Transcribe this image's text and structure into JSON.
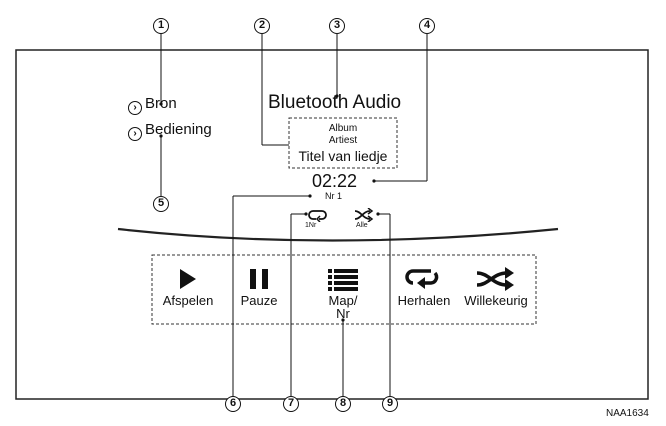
{
  "callouts": [
    "1",
    "2",
    "3",
    "4",
    "5",
    "6",
    "7",
    "8",
    "9"
  ],
  "menu": {
    "source": "Bron",
    "operation": "Bediening"
  },
  "screen": {
    "title": "Bluetooth Audio",
    "album": "Album",
    "artist": "Artiest",
    "song_title": "Titel van liedje",
    "time": "02:22",
    "track": "Nr 1",
    "repeat_mode": "1Nr",
    "shuffle_mode": "Alle"
  },
  "controls": {
    "play": "Afspelen",
    "pause": "Pauze",
    "folder_line1": "Map/",
    "folder_line2": "Nr",
    "repeat": "Herhalen",
    "shuffle": "Willekeurig"
  },
  "code": "NAA1634",
  "icons": [
    "play-icon",
    "pause-icon",
    "list-icon",
    "repeat-icon",
    "shuffle-icon",
    "chevron-icon"
  ]
}
